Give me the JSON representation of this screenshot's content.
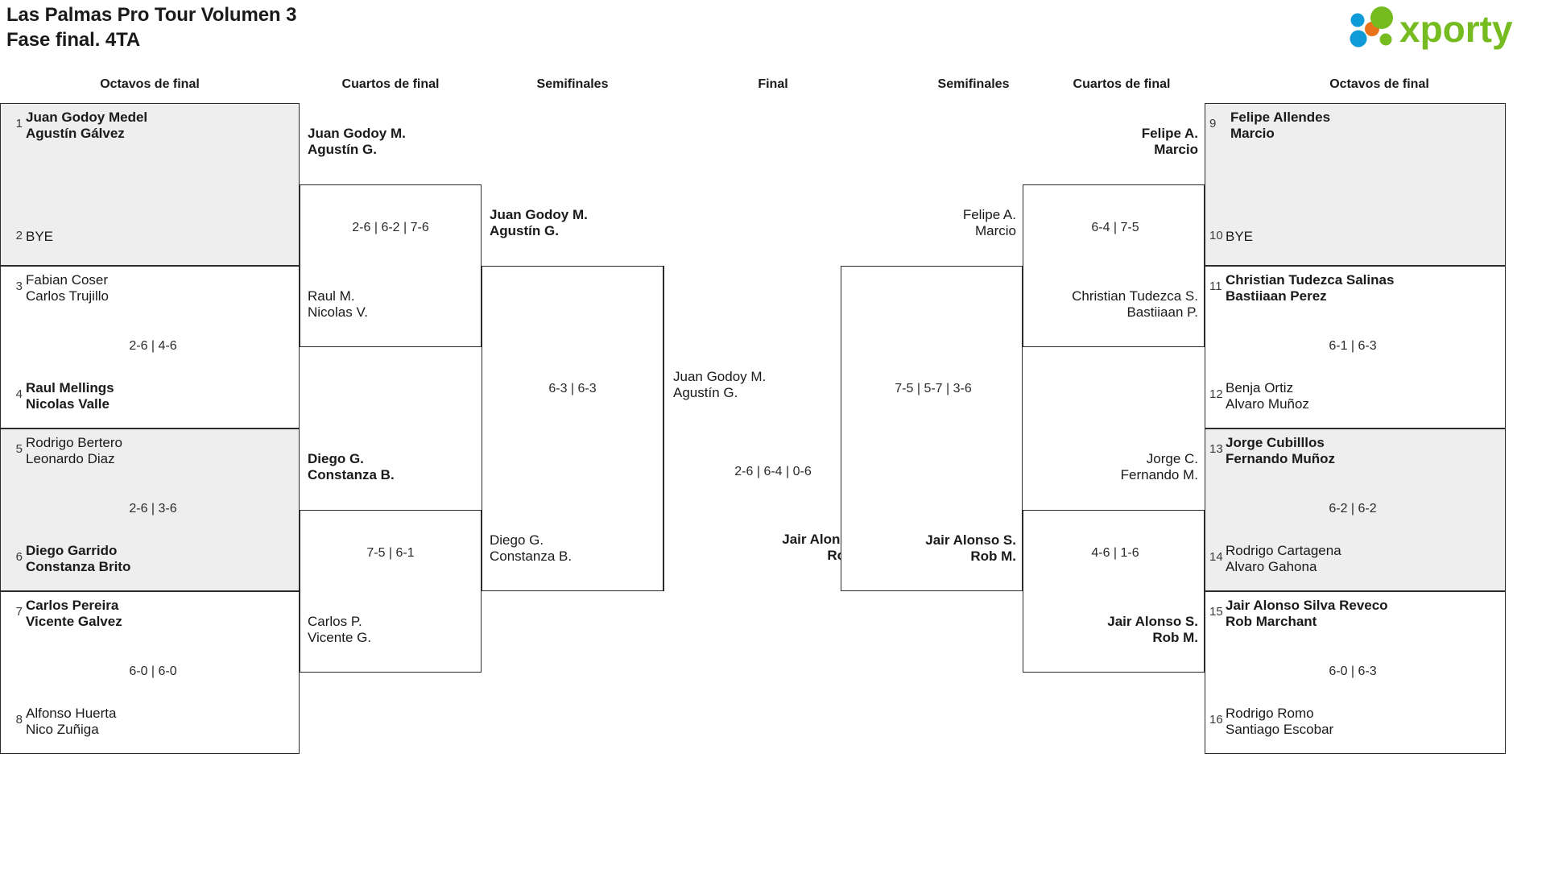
{
  "header": {
    "title": "Las Palmas Pro Tour Volumen 3\nFase final. 4TA",
    "logo_text": "xporty",
    "logo_colors": {
      "green": "#76bc21",
      "blue": "#0e9bd8",
      "orange": "#e8731a"
    }
  },
  "round_labels": {
    "r16_left": "Octavos de final",
    "qf_left": "Cuartos de final",
    "sf_left": "Semifinales",
    "final": "Final",
    "sf_right": "Semifinales",
    "qf_right": "Cuartos de final",
    "r16_right": "Octavos de final"
  },
  "r16_left": [
    {
      "seed_top": "1",
      "top": "Juan Godoy Medel\nAgustín Gálvez",
      "top_win": true,
      "seed_bot": "2",
      "bot": "BYE",
      "bot_win": false,
      "score": "",
      "shaded": true
    },
    {
      "seed_top": "3",
      "top": "Fabian Coser\nCarlos Trujillo",
      "top_win": false,
      "seed_bot": "4",
      "bot": "Raul Mellings\nNicolas Valle",
      "bot_win": true,
      "score": "2-6 | 4-6",
      "shaded": false
    },
    {
      "seed_top": "5",
      "top": "Rodrigo Bertero\nLeonardo Diaz",
      "top_win": false,
      "seed_bot": "6",
      "bot": "Diego Garrido\nConstanza Brito",
      "bot_win": true,
      "score": "2-6 | 3-6",
      "shaded": true
    },
    {
      "seed_top": "7",
      "top": "Carlos Pereira\nVicente Galvez",
      "top_win": true,
      "seed_bot": "8",
      "bot": "Alfonso Huerta\nNico Zuñiga",
      "bot_win": false,
      "score": "6-0 | 6-0",
      "shaded": false
    }
  ],
  "qf_left": [
    {
      "top": "Juan Godoy M.\nAgustín G.",
      "top_win": true,
      "bot": "Raul M.\nNicolas V.",
      "bot_win": false,
      "score": "2-6 | 6-2 | 7-6"
    },
    {
      "top": "Diego G.\nConstanza B.",
      "top_win": true,
      "bot": "Carlos P.\nVicente G.",
      "bot_win": false,
      "score": "7-5 | 6-1"
    }
  ],
  "sf_left": [
    {
      "top": "Juan Godoy M.\nAgustín G.",
      "top_win": true,
      "bot": "Diego G.\nConstanza B.",
      "bot_win": false,
      "score": "6-3 | 6-3"
    }
  ],
  "final": {
    "left": "Juan Godoy M.\nAgustín G.",
    "left_win": false,
    "right": "Jair Alonso S.\nRob M.",
    "right_win": true,
    "score": "2-6 | 6-4 | 0-6"
  },
  "sf_right": [
    {
      "top": "Felipe A.\nMarcio",
      "top_win": false,
      "bot": "Jair Alonso S.\nRob M.",
      "bot_win": true,
      "score": "7-5 | 5-7 | 3-6"
    }
  ],
  "qf_right": [
    {
      "top": "Felipe A.\nMarcio",
      "top_win": true,
      "bot": "Christian Tudezca S.\nBastiiaan P.",
      "bot_win": false,
      "score": "6-4 | 7-5"
    },
    {
      "top": "Jorge C.\nFernando M.",
      "top_win": false,
      "bot": "Jair Alonso S.\nRob M.",
      "bot_win": true,
      "score": "4-6 | 1-6"
    }
  ],
  "r16_right": [
    {
      "seed_top": "9",
      "top": "Felipe Allendes\nMarcio",
      "top_win": true,
      "seed_bot": "10",
      "bot": "BYE",
      "bot_win": false,
      "score": "",
      "shaded": true
    },
    {
      "seed_top": "11",
      "top": "Christian Tudezca Salinas\nBastiiaan Perez",
      "top_win": true,
      "seed_bot": "12",
      "bot": "Benja Ortiz\nAlvaro Muñoz",
      "bot_win": false,
      "score": "6-1 | 6-3",
      "shaded": false
    },
    {
      "seed_top": "13",
      "top": "Jorge Cubilllos\nFernando Muñoz",
      "top_win": true,
      "seed_bot": "14",
      "bot": "Rodrigo Cartagena\nAlvaro Gahona",
      "bot_win": false,
      "score": "6-2 | 6-2",
      "shaded": true
    },
    {
      "seed_top": "15",
      "top": "Jair Alonso Silva Reveco\nRob Marchant",
      "top_win": true,
      "seed_bot": "16",
      "bot": "Rodrigo Romo\nSantiago Escobar",
      "bot_win": false,
      "score": "6-0 | 6-3",
      "shaded": false
    }
  ]
}
